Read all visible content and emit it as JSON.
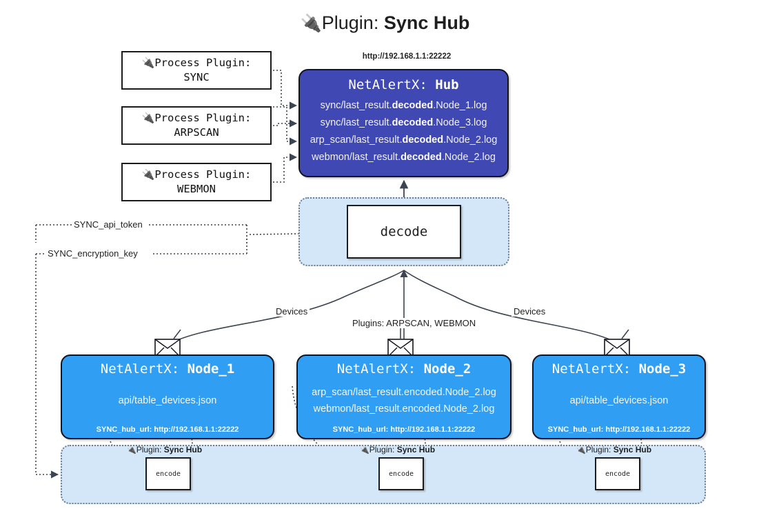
{
  "title": {
    "icon": "🔌",
    "prefix": "Plugin:",
    "name": "Sync Hub"
  },
  "process_plugins": [
    {
      "icon": "🔌",
      "line1": "Process Plugin:",
      "line2": "SYNC"
    },
    {
      "icon": "🔌",
      "line1": "Process Plugin:",
      "line2": "ARPSCAN"
    },
    {
      "icon": "🔌",
      "line1": "Process Plugin:",
      "line2": "WEBMON"
    }
  ],
  "hub": {
    "url": "http://192.168.1.1:22222",
    "title_prefix": "NetAlertX:",
    "title_name": "Hub",
    "logs": [
      {
        "pre": "sync/last_result.",
        "mid": "decoded",
        "post": ".Node_1.log"
      },
      {
        "pre": "sync/last_result.",
        "mid": "decoded",
        "post": ".Node_3.log"
      },
      {
        "pre": "arp_scan/last_result.",
        "mid": "decoded",
        "post": ".Node_2.log"
      },
      {
        "pre": "webmon/last_result.",
        "mid": "decoded",
        "post": ".Node_2.log"
      }
    ]
  },
  "decode": {
    "label": "decode"
  },
  "edge_labels": {
    "devices_left": "Devices",
    "devices_right": "Devices",
    "plugins_middle": "Plugins: ARPSCAN, WEBMON",
    "api_token": "SYNC_api_token",
    "encryption_key": "SYNC_encryption_key"
  },
  "nodes": [
    {
      "title_prefix": "NetAlertX:",
      "title_name": "Node_1",
      "lines": [
        "api/table_devices.json"
      ],
      "footer": "SYNC_hub_url: http://192.168.1.1:22222"
    },
    {
      "title_prefix": "NetAlertX:",
      "title_name": "Node_2",
      "lines": [
        "arp_scan/last_result.encoded.Node_2.log",
        "webmon/last_result.encoded.Node_2.log"
      ],
      "footer": "SYNC_hub_url: http://192.168.1.1:22222"
    },
    {
      "title_prefix": "NetAlertX:",
      "title_name": "Node_3",
      "lines": [
        "api/table_devices.json"
      ],
      "footer": "SYNC_hub_url: http://192.168.1.1:22222"
    }
  ],
  "encoders": [
    {
      "tag_icon": "🔌",
      "tag_prefix": "Plugin:",
      "tag_name": "Sync Hub",
      "label": "encode"
    },
    {
      "tag_icon": "🔌",
      "tag_prefix": "Plugin:",
      "tag_name": "Sync Hub",
      "label": "encode"
    },
    {
      "tag_icon": "🔌",
      "tag_prefix": "Plugin:",
      "tag_name": "Sync Hub",
      "label": "encode"
    }
  ],
  "colors": {
    "hub_fill": "#4048b4",
    "node_fill": "#2f9ef3",
    "lane_fill": "#d4e7f8",
    "stroke": "#13131e"
  }
}
